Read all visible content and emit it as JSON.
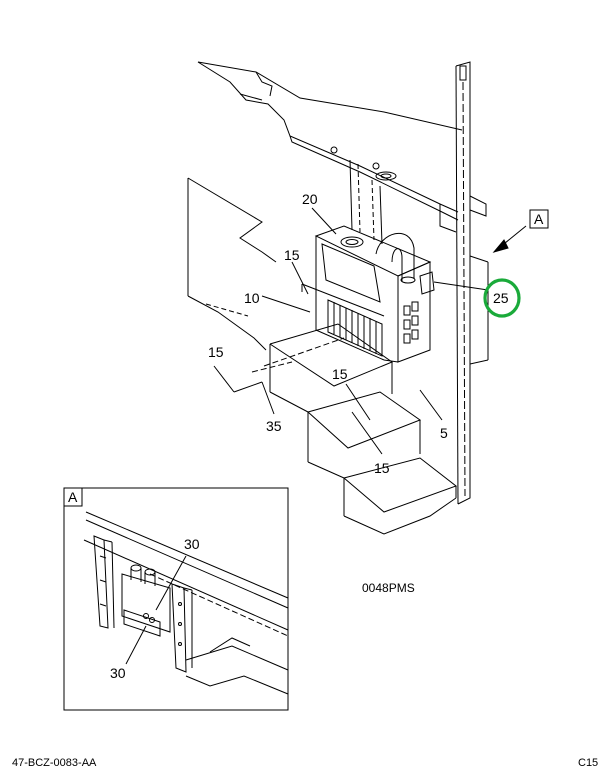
{
  "diagram": {
    "callouts": {
      "c20": "20",
      "c15_top": "15",
      "c10": "10",
      "c15_left": "15",
      "c35": "35",
      "c15_step_upper": "15",
      "c15_step_lower": "15",
      "c5": "5",
      "c25": "25"
    },
    "highlighted_callout": "25",
    "highlight_color": "#1aaa3a",
    "view_label": "A",
    "drawing_code": "0048PMS"
  },
  "detail_view": {
    "label": "A",
    "callout_upper": "30",
    "callout_lower": "30"
  },
  "footer": {
    "doc_id": "47-BCZ-0083-AA",
    "page": "C15"
  }
}
